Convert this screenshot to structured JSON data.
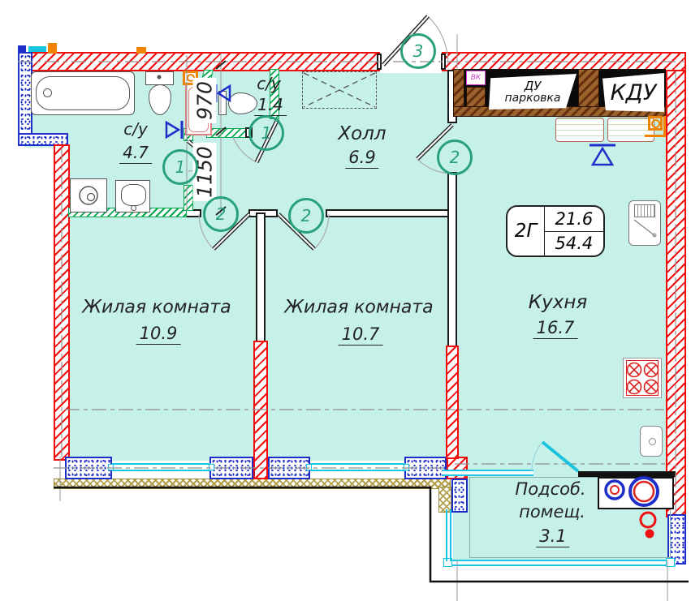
{
  "rooms": {
    "bath1": {
      "name": "с/у",
      "area": "4.7"
    },
    "bath2": {
      "name": "с/у",
      "area": "1.4"
    },
    "hall": {
      "name": "Холл",
      "area": "6.9"
    },
    "living1": {
      "name": "Жилая комната",
      "area": "10.9"
    },
    "living2": {
      "name": "Жилая комната",
      "area": "10.7"
    },
    "kitchen": {
      "name": "Кухня",
      "area": "16.7"
    },
    "utility": {
      "line1": "Подсоб.",
      "line2": "помещ.",
      "area": "3.1"
    }
  },
  "stamp": {
    "unit": "2Г",
    "upper": "21.6",
    "lower": "54.4"
  },
  "service": {
    "vk": "ВК",
    "du_line1": "ДУ",
    "du_line2": "парковка",
    "kdu": "КДУ"
  },
  "dims": {
    "d1": "970",
    "d2": "1150"
  },
  "markers": {
    "m1": "1",
    "m2": "1",
    "m3": "2",
    "m4": "2",
    "m5": "2",
    "m6": "3"
  },
  "colors": {
    "floor": "#c5f1e9",
    "wall_red": "#f40b0b",
    "wall_blue": "#1e2ec8",
    "wall_green": "#00a850",
    "marker_green": "#28a07a",
    "window_cyan": "#18c6e2",
    "wood_brown": "#9c622e",
    "insulation_tan": "#b3a04a",
    "accent_orange": "#f08300",
    "accent_magenta": "#cc3fcc"
  }
}
